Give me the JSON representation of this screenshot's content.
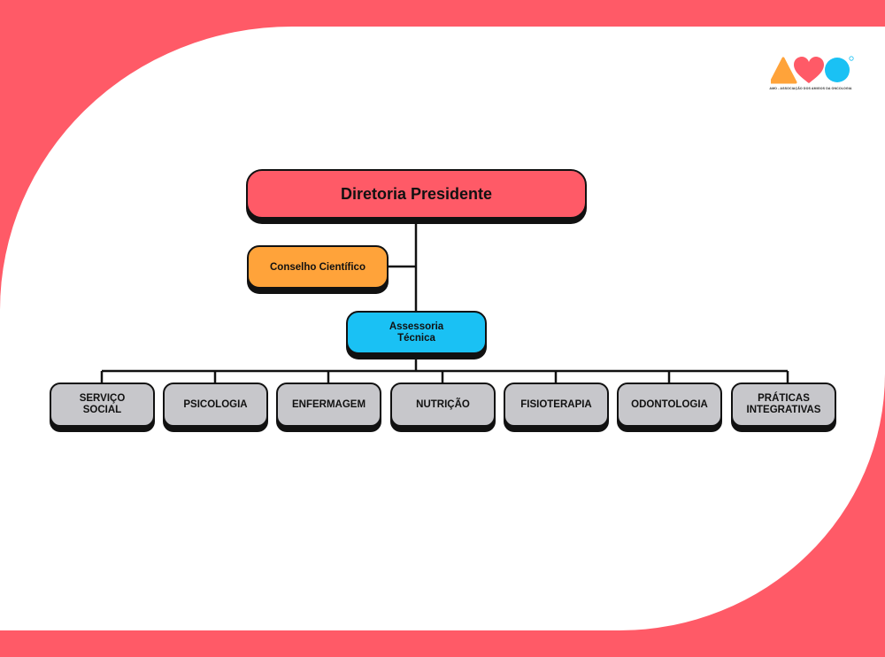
{
  "logo": {
    "icons": [
      "triangle-icon",
      "heart-icon",
      "circle-icon"
    ],
    "caption": "AMO - ASSOCIAÇÃO DOS AMIGOS DA ONCOLOGIA",
    "colors": {
      "triangle": "#FFA33A",
      "heart": "#FF5A67",
      "circle": "#1AC1F4"
    }
  },
  "org": {
    "top": {
      "label": "Diretoria Presidente",
      "color": "#FF5A67"
    },
    "council": {
      "label": "Conselho Científico",
      "color": "#FFA33A"
    },
    "technical": {
      "label": "Assessoria\nTécnica",
      "color": "#1AC1F4"
    },
    "departments": [
      {
        "label": "SERVIÇO\nSOCIAL"
      },
      {
        "label": "PSICOLOGIA"
      },
      {
        "label": "ENFERMAGEM"
      },
      {
        "label": "NUTRIÇÃO"
      },
      {
        "label": "FISIOTERAPIA"
      },
      {
        "label": "ODONTOLOGIA"
      },
      {
        "label": "PRÁTICAS\nINTEGRATIVAS"
      }
    ],
    "department_color": "#C7C7CB"
  },
  "theme": {
    "background": "#FF5A67",
    "panel": "#FFFFFF",
    "line": "#111111"
  }
}
